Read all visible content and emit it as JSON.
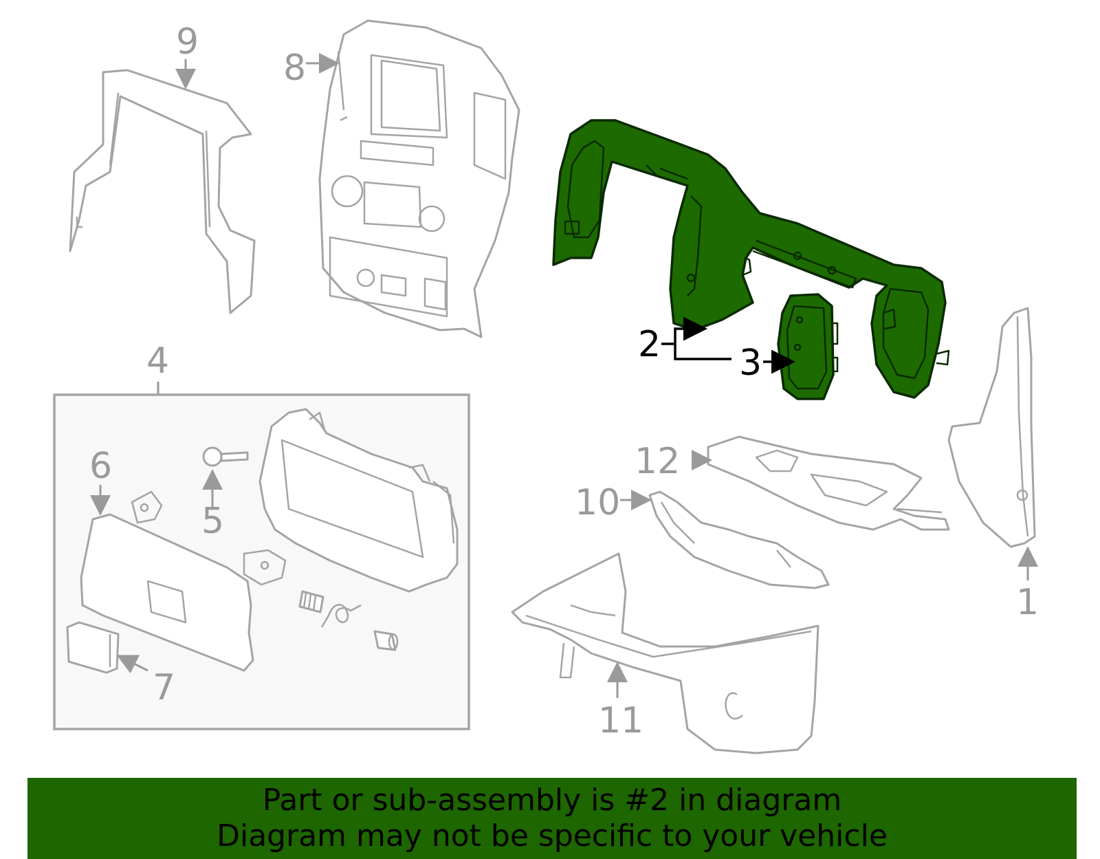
{
  "callouts": {
    "c1": "1",
    "c2": "2",
    "c3": "3",
    "c4": "4",
    "c5": "5",
    "c6": "6",
    "c7": "7",
    "c8": "8",
    "c9": "9",
    "c10": "10",
    "c11": "11",
    "c12": "12"
  },
  "highlighted_part": "2",
  "banner": {
    "line1": "Part or sub-assembly is #2 in diagram",
    "line2": "Diagram may not be specific to your vehicle"
  },
  "colors": {
    "highlight_fill": "#1d6b00",
    "banner_background": "#1d6600",
    "line_gray": "#a4a4a4"
  }
}
